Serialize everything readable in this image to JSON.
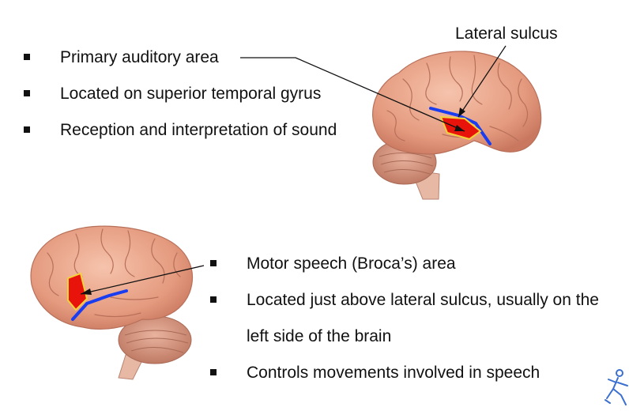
{
  "top_section": {
    "bullets": [
      {
        "text": "Primary auditory area"
      },
      {
        "text": "Located on superior temporal gyrus"
      },
      {
        "text": "Reception and interpretation of sound"
      }
    ],
    "callout": "Lateral sulcus"
  },
  "bottom_section": {
    "bullets": [
      {
        "text": "Motor speech (Broca’s) area"
      },
      {
        "text": "Located just above lateral sulcus, usually on the left side of the brain"
      },
      {
        "text": "Controls movements involved in speech"
      }
    ]
  },
  "colors": {
    "brain": "#eaa58a",
    "brain_shadow": "#c9785f",
    "highlight": "#e8140c",
    "highlight_border": "#f3d23a",
    "sulcus": "#1a3df0"
  },
  "icons": [
    "brain-illustration",
    "logo-figure-icon"
  ]
}
